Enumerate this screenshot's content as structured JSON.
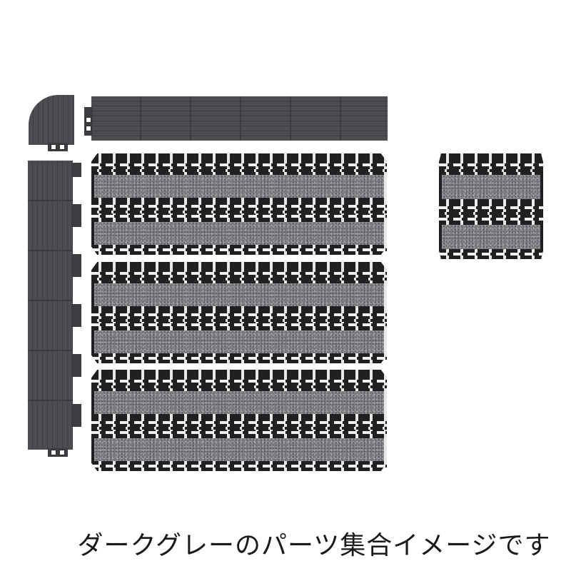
{
  "image": {
    "description": "Dark grey interlocking mat tile parts assembled layout",
    "colors": {
      "edge_part": "#4b4d50",
      "tile_frame": "#202123",
      "carpet_insert": "#7b7d80",
      "background": "#ffffff"
    },
    "parts": {
      "corner_piece": "corner edge",
      "top_edge": "horizontal edge strip (6 segments)",
      "left_edge": "vertical edge strip (6 segments)",
      "large_tiles": [
        "tile 1",
        "tile 2",
        "tile 3"
      ],
      "small_tile": "single square tile"
    }
  },
  "caption": "ダークグレーのパーツ集合イメージです"
}
